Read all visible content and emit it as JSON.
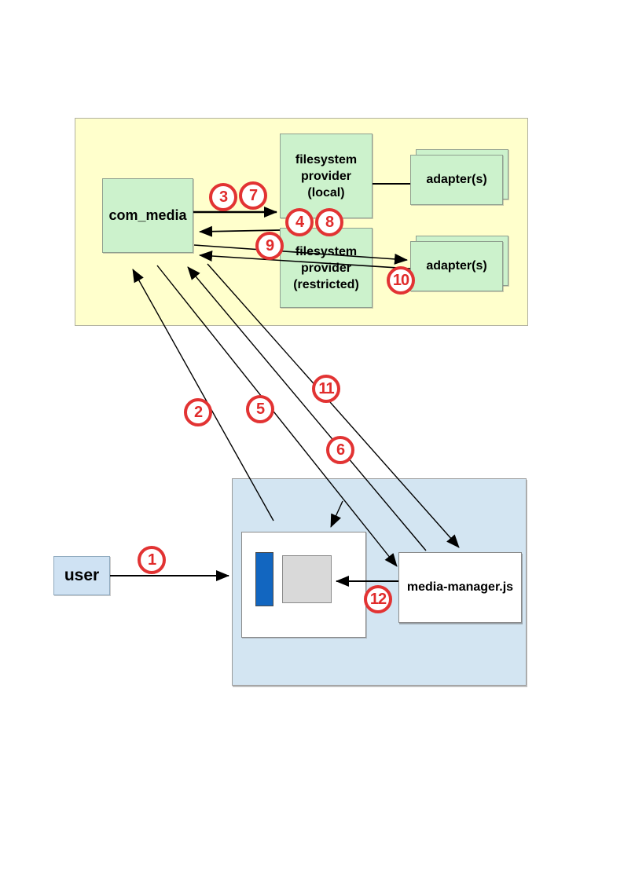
{
  "diagram": {
    "backend": {
      "com_media_label": "com_media",
      "provider_local_label": "filesystem\nprovider\n(local)",
      "provider_restricted_label": "filesystem\nprovider\n(restricted)",
      "adapters_local_label": "adapter(s)",
      "adapters_restricted_label": "adapter(s)"
    },
    "frontend": {
      "media_manager_label": "media-manager.js"
    },
    "user_label": "user",
    "steps": {
      "s1": "1",
      "s2": "2",
      "s3": "3",
      "s4": "4",
      "s5": "5",
      "s6": "6",
      "s7": "7",
      "s8": "8",
      "s9": "9",
      "s10": "10",
      "s11": "11",
      "s12": "12"
    },
    "colors": {
      "backend_bg": "#ffffcc",
      "frontend_bg": "#d3e5f2",
      "component_bg": "#ccf2cc",
      "user_bg": "#cfe2f3",
      "app_highlight_blue": "#1266c0",
      "app_panel_gray": "#d9d9d9",
      "step_circle_red": "#e23333",
      "arrow_black": "#000000"
    },
    "arrows": [
      {
        "step": "1",
        "from": "user",
        "to": "frontend-area"
      },
      {
        "step": "2",
        "from": "media-manager-app",
        "to": "com_media"
      },
      {
        "step": "3/7",
        "from": "com_media",
        "to": "filesystem-provider-local"
      },
      {
        "step": "4/8",
        "from": "filesystem-provider-local",
        "to": "com_media"
      },
      {
        "step": "5",
        "from": "com_media",
        "to": "media-manager-app"
      },
      {
        "step": "6",
        "from": "media-manager.js",
        "to": "com_media"
      },
      {
        "step": "9",
        "from": "com_media",
        "to": "adapters-restricted"
      },
      {
        "step": "10",
        "from": "adapters-restricted",
        "to": "com_media"
      },
      {
        "step": "11",
        "from": "com_media",
        "to": "media-manager.js"
      },
      {
        "step": "12",
        "from": "media-manager.js",
        "to": "media-manager-app"
      }
    ]
  }
}
